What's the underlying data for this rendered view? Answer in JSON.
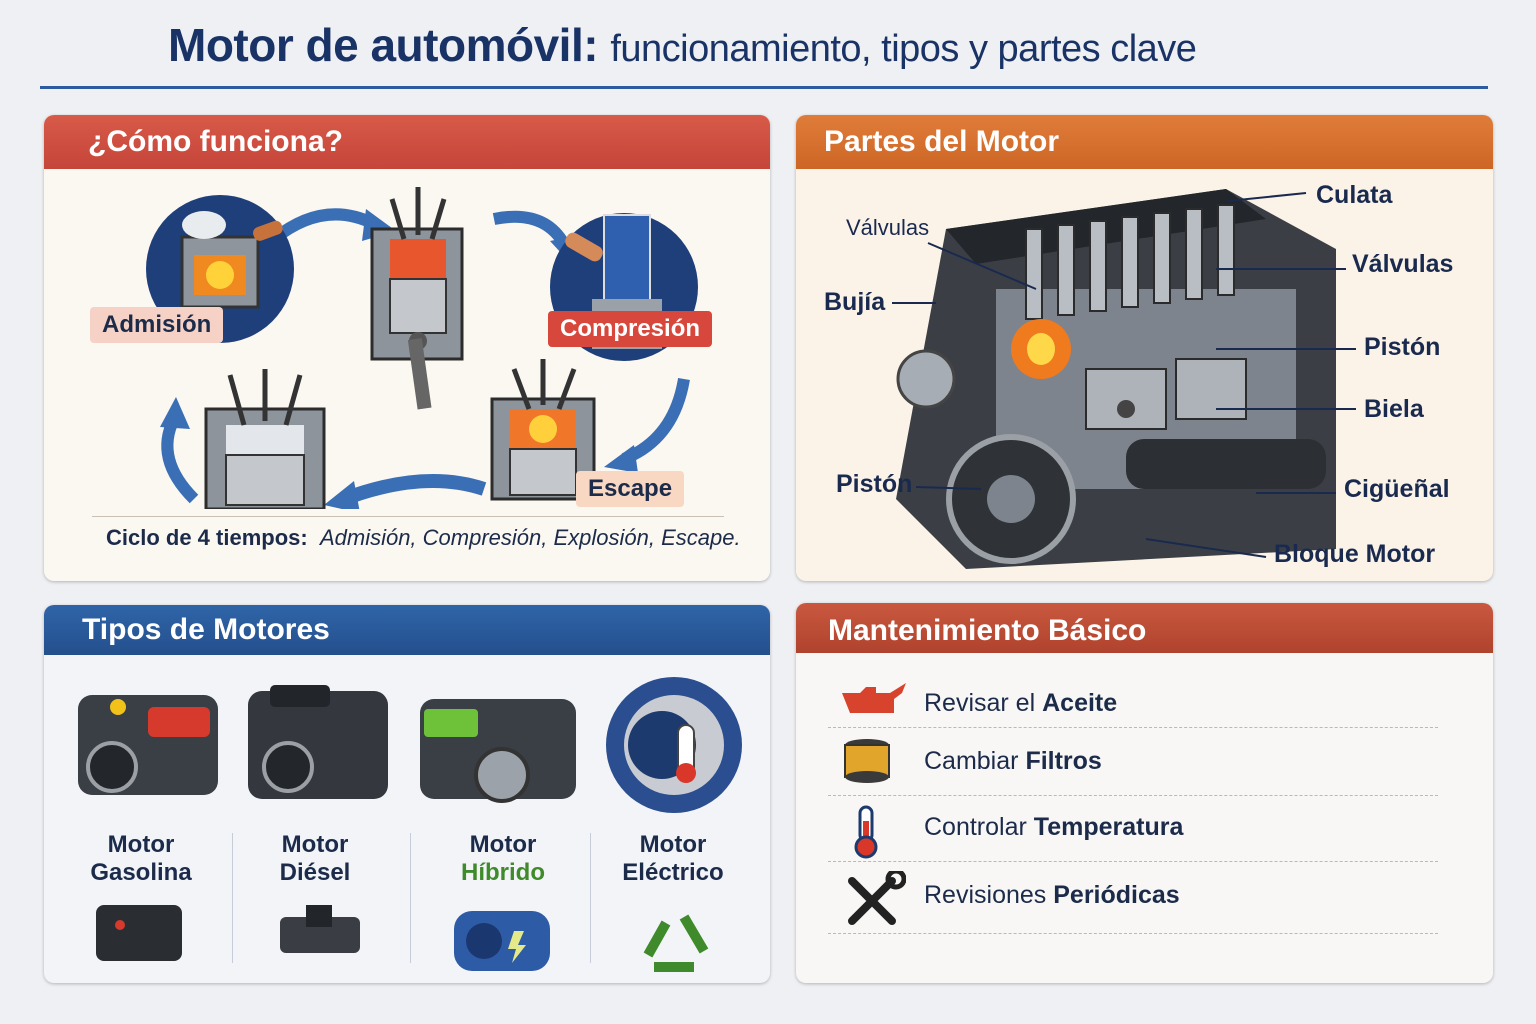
{
  "title": {
    "bold": "Motor de automóvil:",
    "rest": "funcionamiento, tipos y partes clave"
  },
  "how": {
    "header": "¿Cómo funciona?",
    "stages": [
      "Admisión",
      "Compresión",
      "Escape"
    ],
    "cycle_bold": "Ciclo de 4 tiempos:",
    "cycle_italic": "Admisión, Compresión, Explosión, Escape."
  },
  "parts": {
    "header": "Partes del Motor",
    "labels": [
      "Culata",
      "Válvulas",
      "Válvulas",
      "Bujía",
      "Pistón",
      "Biela",
      "Pistón",
      "Cigüeñal",
      "Bloque Motor"
    ]
  },
  "types": {
    "header": "Tipos de Motores",
    "items": [
      {
        "line1": "Motor",
        "line2": "Gasolina"
      },
      {
        "line1": "Motor",
        "line2": "Diésel"
      },
      {
        "line1": "Motor",
        "line2": "Híbrido"
      },
      {
        "line1": "Motor",
        "line2": "Eléctrico"
      }
    ]
  },
  "maint": {
    "header": "Mantenimiento Básico",
    "items": [
      {
        "pre": "Revisar el",
        "bold": "Aceite",
        "icon": "oil-can-icon"
      },
      {
        "pre": "Cambiar",
        "bold": "Filtros",
        "icon": "filter-icon"
      },
      {
        "pre": "Controlar",
        "bold": "Temperatura",
        "icon": "thermometer-icon"
      },
      {
        "pre": "Revisiones",
        "bold": "Periódicas",
        "icon": "tools-icon"
      }
    ]
  },
  "colors": {
    "navy": "#1a3366",
    "red": "#c5453a",
    "orange": "#cd6624",
    "blue": "#244f8d",
    "green": "#3f8a2a"
  }
}
